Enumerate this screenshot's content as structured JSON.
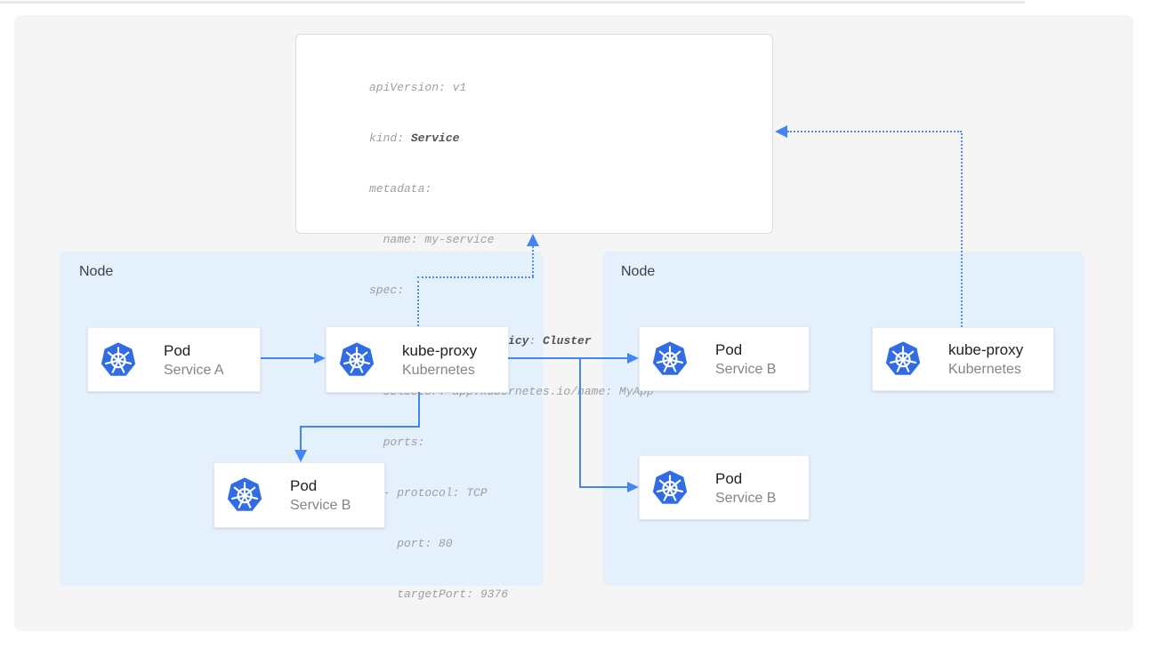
{
  "yaml": {
    "l1": "apiVersion: v1",
    "l2a": "kind: ",
    "l2b": "Service",
    "l3": "metadata:",
    "l4": "  name: my-service",
    "l5": "spec:",
    "l6a": "  ",
    "l6b": "internalTrafficPolicy",
    "l6c": ": ",
    "l6d": "Cluster",
    "l7": "  selector: app.kubernetes.io/name: MyApp",
    "l8": "  ports:",
    "l9": "  - protocol: TCP",
    "l10": "    port: 80",
    "l11": "    targetPort: 9376"
  },
  "nodes": {
    "left": {
      "label": "Node"
    },
    "right": {
      "label": "Node"
    }
  },
  "cards": {
    "pod_a": {
      "title": "Pod",
      "subtitle": "Service A",
      "icon": "kubernetes-icon"
    },
    "kube_proxy_left": {
      "title": "kube-proxy",
      "subtitle": "Kubernetes",
      "icon": "kubernetes-icon"
    },
    "pod_b_left": {
      "title": "Pod",
      "subtitle": "Service B",
      "icon": "kubernetes-icon"
    },
    "pod_b_right_top": {
      "title": "Pod",
      "subtitle": "Service B",
      "icon": "kubernetes-icon"
    },
    "pod_b_right_bot": {
      "title": "Pod",
      "subtitle": "Service B",
      "icon": "kubernetes-icon"
    },
    "kube_proxy_right": {
      "title": "kube-proxy",
      "subtitle": "Kubernetes",
      "icon": "kubernetes-icon"
    }
  },
  "connections": [
    {
      "from": "pod-service-a",
      "to": "kube-proxy-left",
      "style": "solid"
    },
    {
      "from": "kube-proxy-left",
      "to": "pod-service-b-left",
      "style": "solid"
    },
    {
      "from": "kube-proxy-left",
      "to": "pod-service-b-right-top",
      "style": "solid"
    },
    {
      "from": "kube-proxy-left",
      "to": "pod-service-b-right-bot",
      "style": "solid"
    },
    {
      "from": "kube-proxy-left",
      "to": "service-yaml-card",
      "style": "dotted"
    },
    {
      "from": "kube-proxy-right",
      "to": "service-yaml-card",
      "style": "dotted"
    }
  ],
  "colors": {
    "arrow": "#4285f4",
    "dotted_arrow": "#4f8cf5",
    "k8s_blue": "#326ce5",
    "node_bg": "#e4f0fc",
    "panel_bg": "#f5f5f6",
    "code_normal": "#9aa0a6",
    "code_bold": "#505357"
  }
}
